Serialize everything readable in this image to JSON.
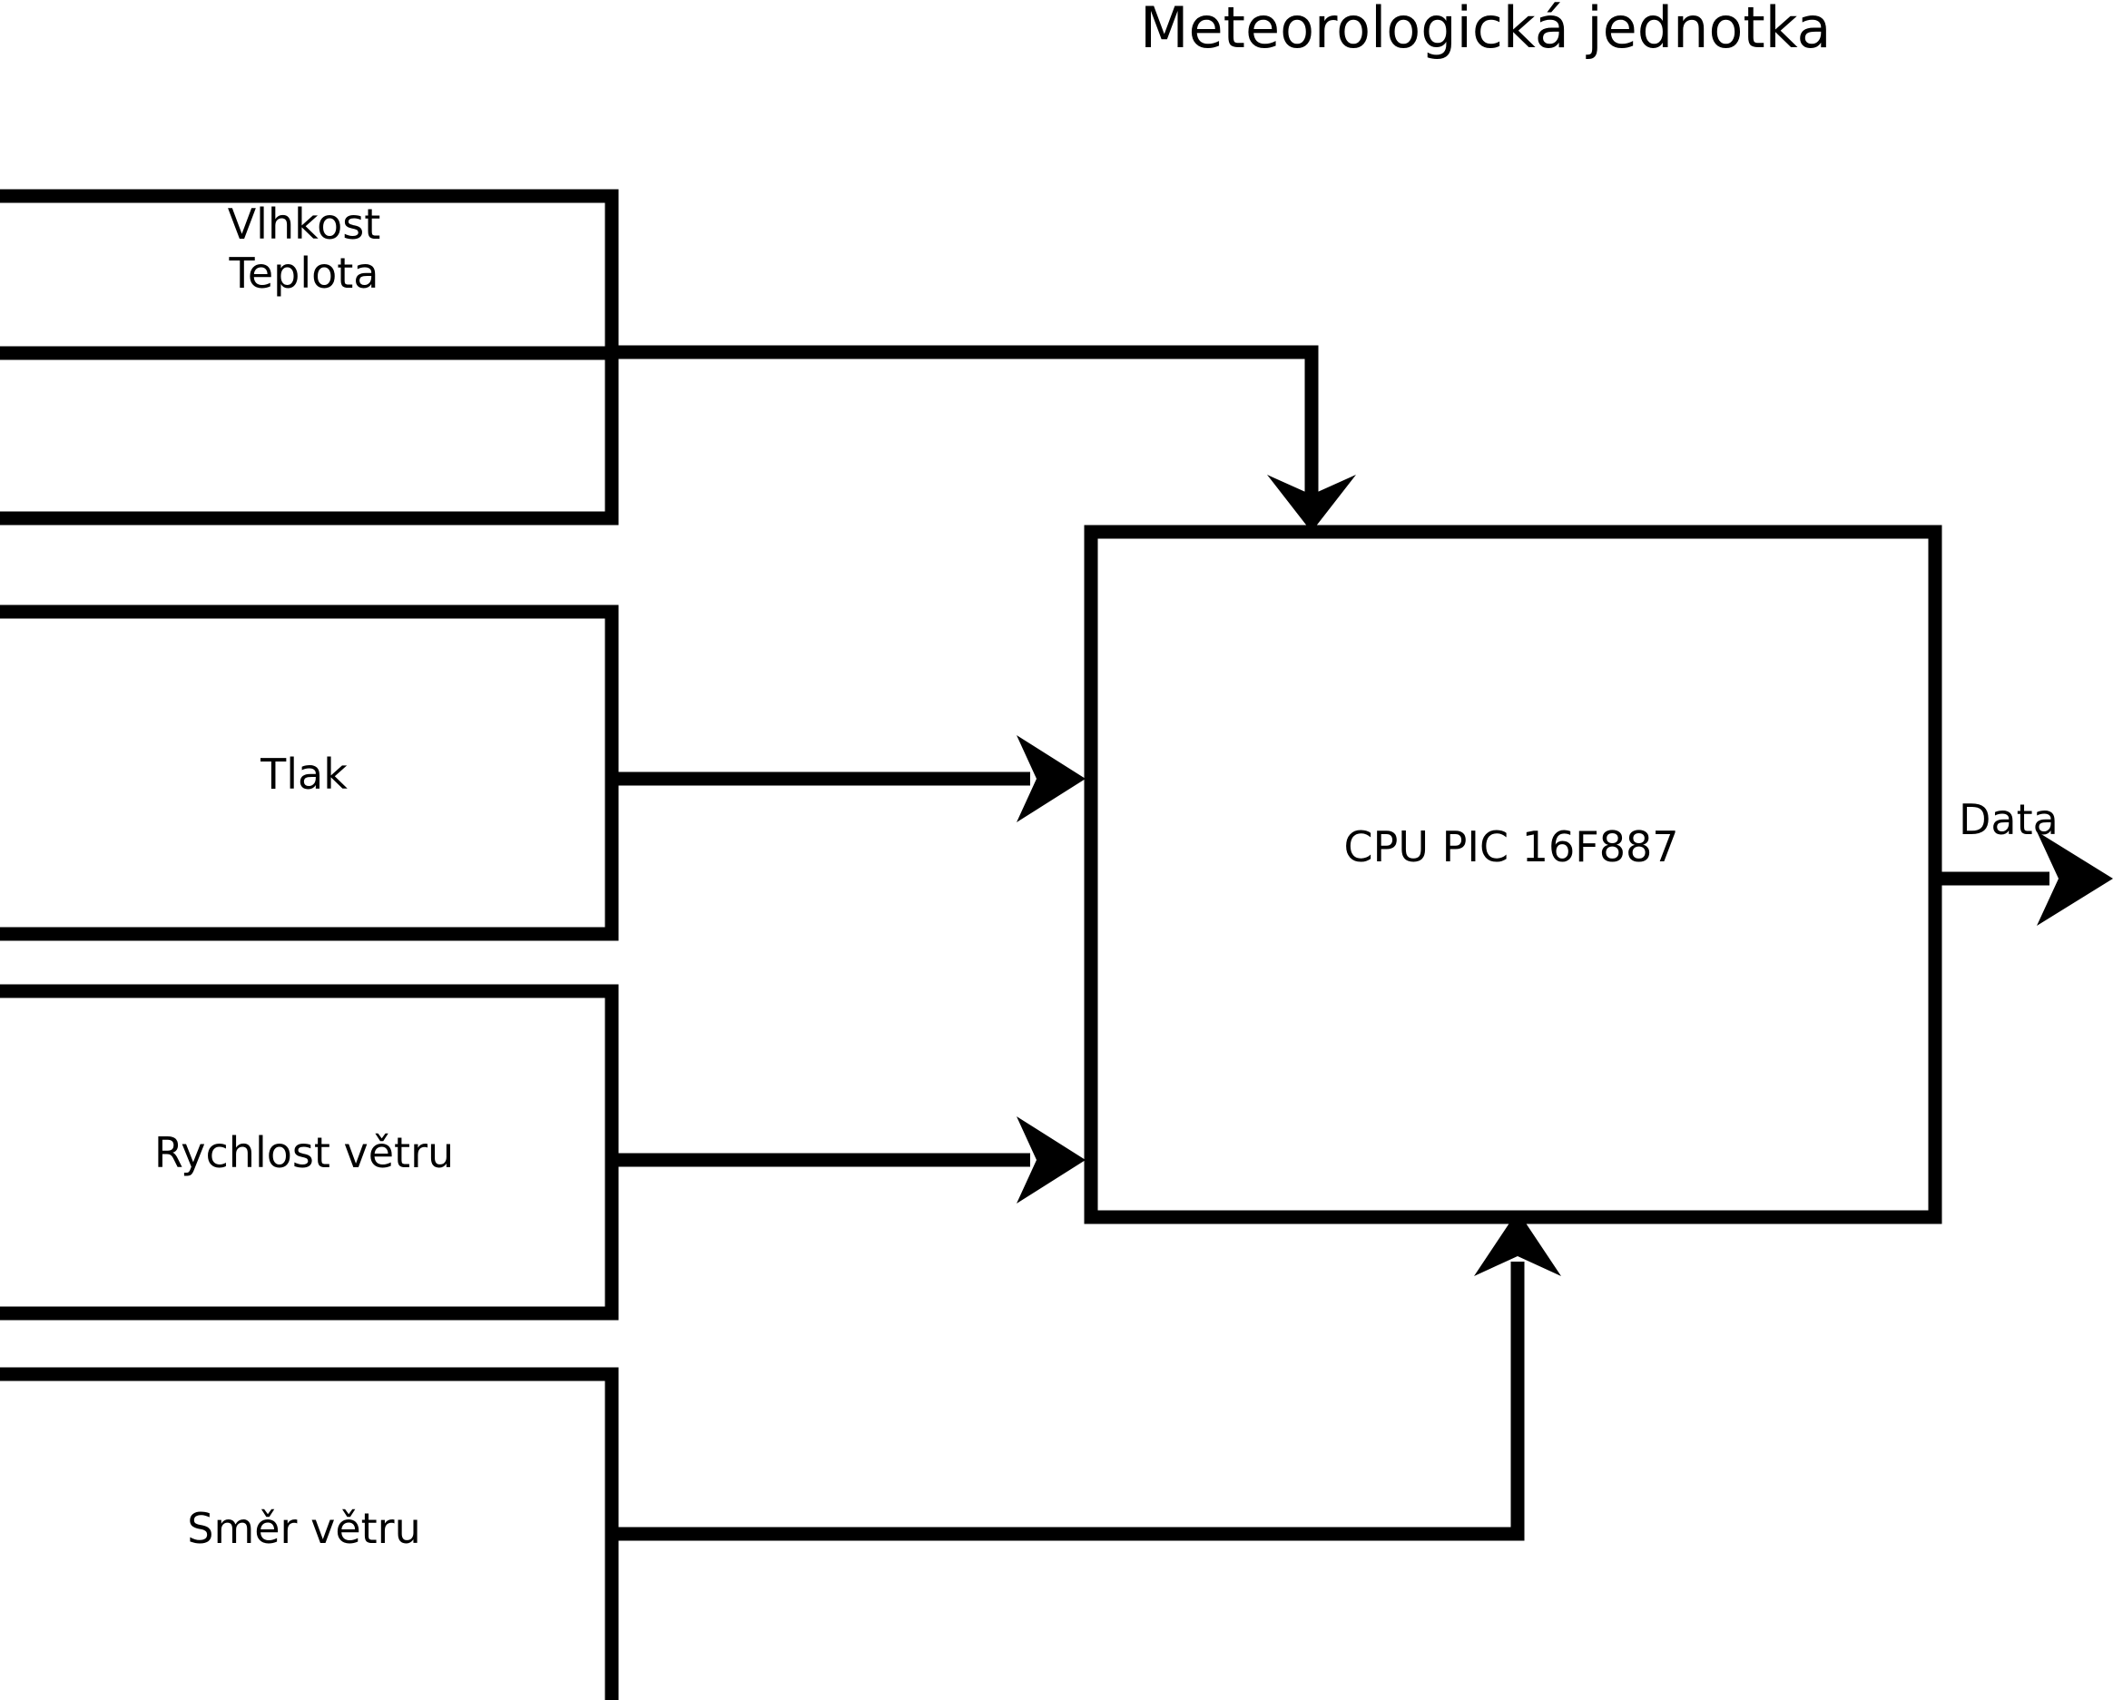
{
  "diagram": {
    "title": "Meteorologická jednotka",
    "type": "block-diagram",
    "background_color": "#ffffff",
    "stroke_color": "#000000",
    "blocks": [
      {
        "id": "humidity-temperature",
        "label": "Vlhkost\nTeplota",
        "label_lines": [
          "Vlhkost",
          "Teplota"
        ]
      },
      {
        "id": "pressure",
        "label": "Tlak",
        "label_lines": [
          "Tlak"
        ]
      },
      {
        "id": "wind-speed",
        "label": "Rychlost větru",
        "label_lines": [
          "Rychlost větru"
        ]
      },
      {
        "id": "wind-direction",
        "label": "Směr větru",
        "label_lines": [
          "Směr větru"
        ]
      },
      {
        "id": "cpu",
        "label": "CPU PIC 16F887",
        "label_lines": [
          "CPU PIC 16F887"
        ]
      }
    ],
    "edges": [
      {
        "id": "humidity-to-cpu",
        "from": "humidity-temperature",
        "to": "cpu",
        "style": "orthogonal",
        "arrow": "down"
      },
      {
        "id": "pressure-to-cpu",
        "from": "pressure",
        "to": "cpu",
        "style": "straight",
        "arrow": "right"
      },
      {
        "id": "windspeed-to-cpu",
        "from": "wind-speed",
        "to": "cpu",
        "style": "straight",
        "arrow": "right"
      },
      {
        "id": "winddir-to-cpu",
        "from": "wind-direction",
        "to": "cpu",
        "style": "orthogonal",
        "arrow": "up"
      },
      {
        "id": "cpu-to-data",
        "from": "cpu",
        "to": "data-output",
        "style": "straight",
        "arrow": "right",
        "label": "Data"
      }
    ],
    "output_label": "Data"
  }
}
